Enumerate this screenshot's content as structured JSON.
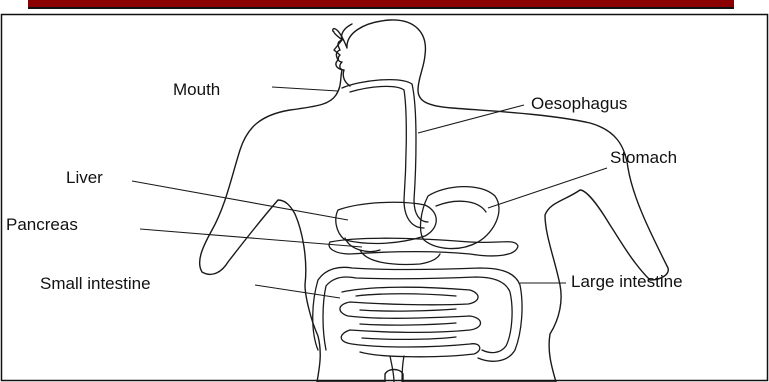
{
  "labels": {
    "mouth": "Mouth",
    "oesophagus": "Oesophagus",
    "liver": "Liver",
    "stomach": "Stomach",
    "pancreas": "Pancreas",
    "small_intestine": "Small intestine",
    "large_intestine": "Large intestine"
  },
  "colors": {
    "line": "#1a1a1a",
    "background": "#ffffff",
    "header_bar": "#8b0000"
  }
}
